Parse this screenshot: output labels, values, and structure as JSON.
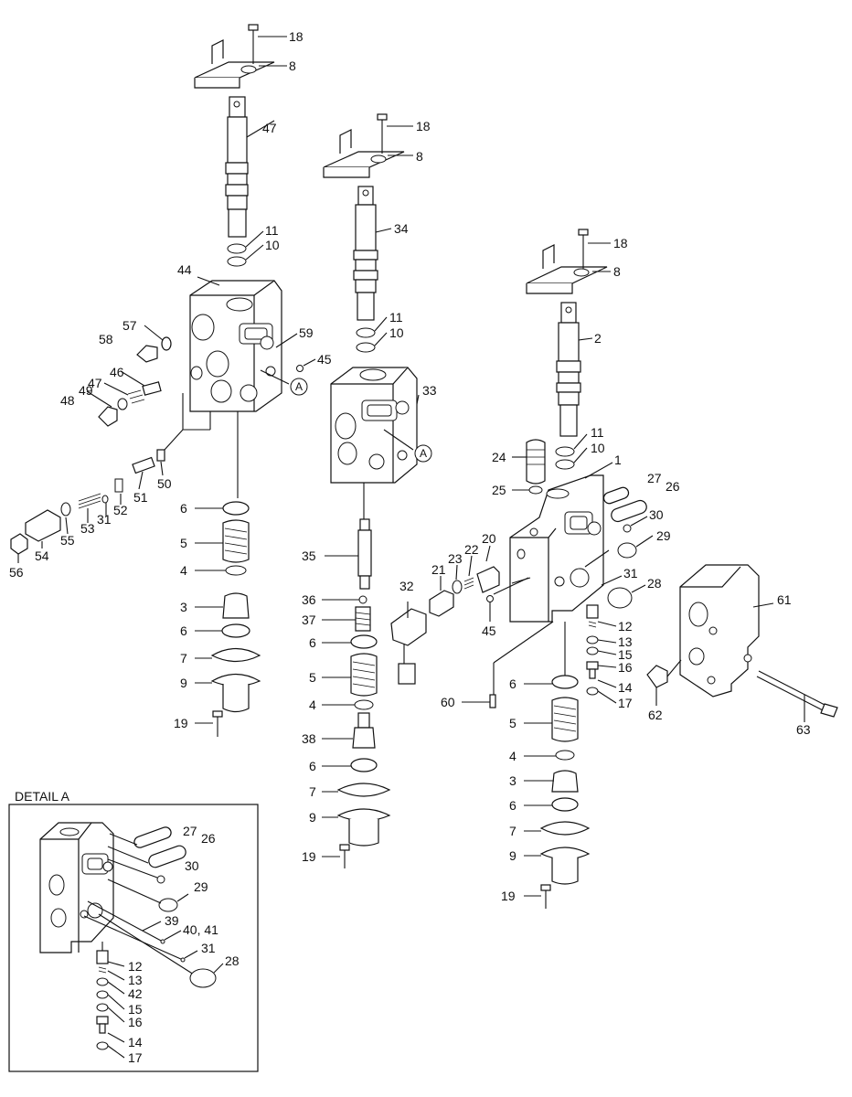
{
  "detail_title": "DETAIL A",
  "detail_ref": "A",
  "labels": [
    "1",
    "2",
    "3",
    "4",
    "5",
    "6",
    "7",
    "8",
    "9",
    "10",
    "11",
    "12",
    "13",
    "14",
    "15",
    "16",
    "17",
    "18",
    "19",
    "20",
    "21",
    "22",
    "23",
    "24",
    "25",
    "26",
    "27",
    "28",
    "29",
    "30",
    "31",
    "32",
    "33",
    "34",
    "35",
    "36",
    "37",
    "38",
    "39",
    "40, 41",
    "42",
    "44",
    "45",
    "46",
    "47",
    "48",
    "49",
    "50",
    "51",
    "52",
    "53",
    "54",
    "55",
    "56",
    "57",
    "58",
    "59",
    "60",
    "61",
    "62",
    "63"
  ]
}
